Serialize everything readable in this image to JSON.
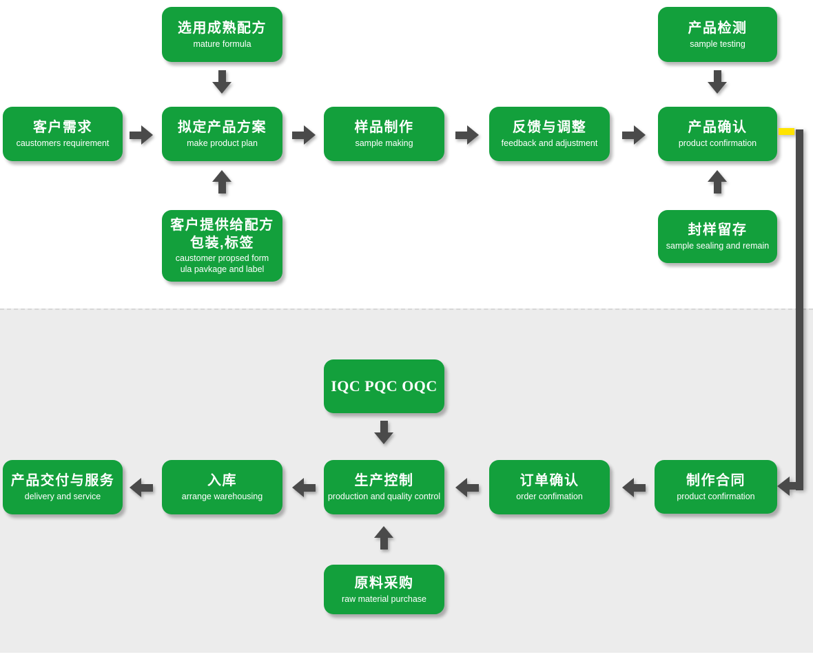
{
  "colors": {
    "node_green": "#13a03c",
    "arrow_gray": "#4a4a4a",
    "panel_gray": "#ececec",
    "connector_yellow": "#ffe400"
  },
  "nodes": {
    "mature_formula": {
      "title": "选用成熟配方",
      "subtitle": "mature formula"
    },
    "sample_testing": {
      "title": "产品检测",
      "subtitle": "sample testing"
    },
    "customer_requirement": {
      "title": "客户需求",
      "subtitle": "caustomers requirement"
    },
    "make_product_plan": {
      "title": "拟定产品方案",
      "subtitle": "make product plan"
    },
    "sample_making": {
      "title": "样品制作",
      "subtitle": "sample making"
    },
    "feedback_adjustment": {
      "title": "反馈与调整",
      "subtitle": "feedback and adjustment"
    },
    "product_confirmation": {
      "title": "产品确认",
      "subtitle": "product confirmation"
    },
    "customer_formula": {
      "title_line1": "客户提供给配方",
      "title_line2": "包装,标签",
      "subtitle_line1": "caustomer propsed form",
      "subtitle_line2": "ula pavkage and label"
    },
    "sample_sealing": {
      "title": "封样留存",
      "subtitle": "sample sealing and remain"
    },
    "iqc": {
      "title": "IQC PQC OQC"
    },
    "production_control": {
      "title": "生产控制",
      "subtitle": "production and quality control"
    },
    "order_confirmation": {
      "title": "订单确认",
      "subtitle": "order confimation"
    },
    "make_contract": {
      "title": "制作合同",
      "subtitle": "product confirmation"
    },
    "warehousing": {
      "title": "入库",
      "subtitle": "arrange warehousing"
    },
    "delivery_service": {
      "title": "产品交付与服务",
      "subtitle": "delivery and service"
    },
    "raw_material": {
      "title": "原料采购",
      "subtitle": "raw material purchase"
    }
  }
}
